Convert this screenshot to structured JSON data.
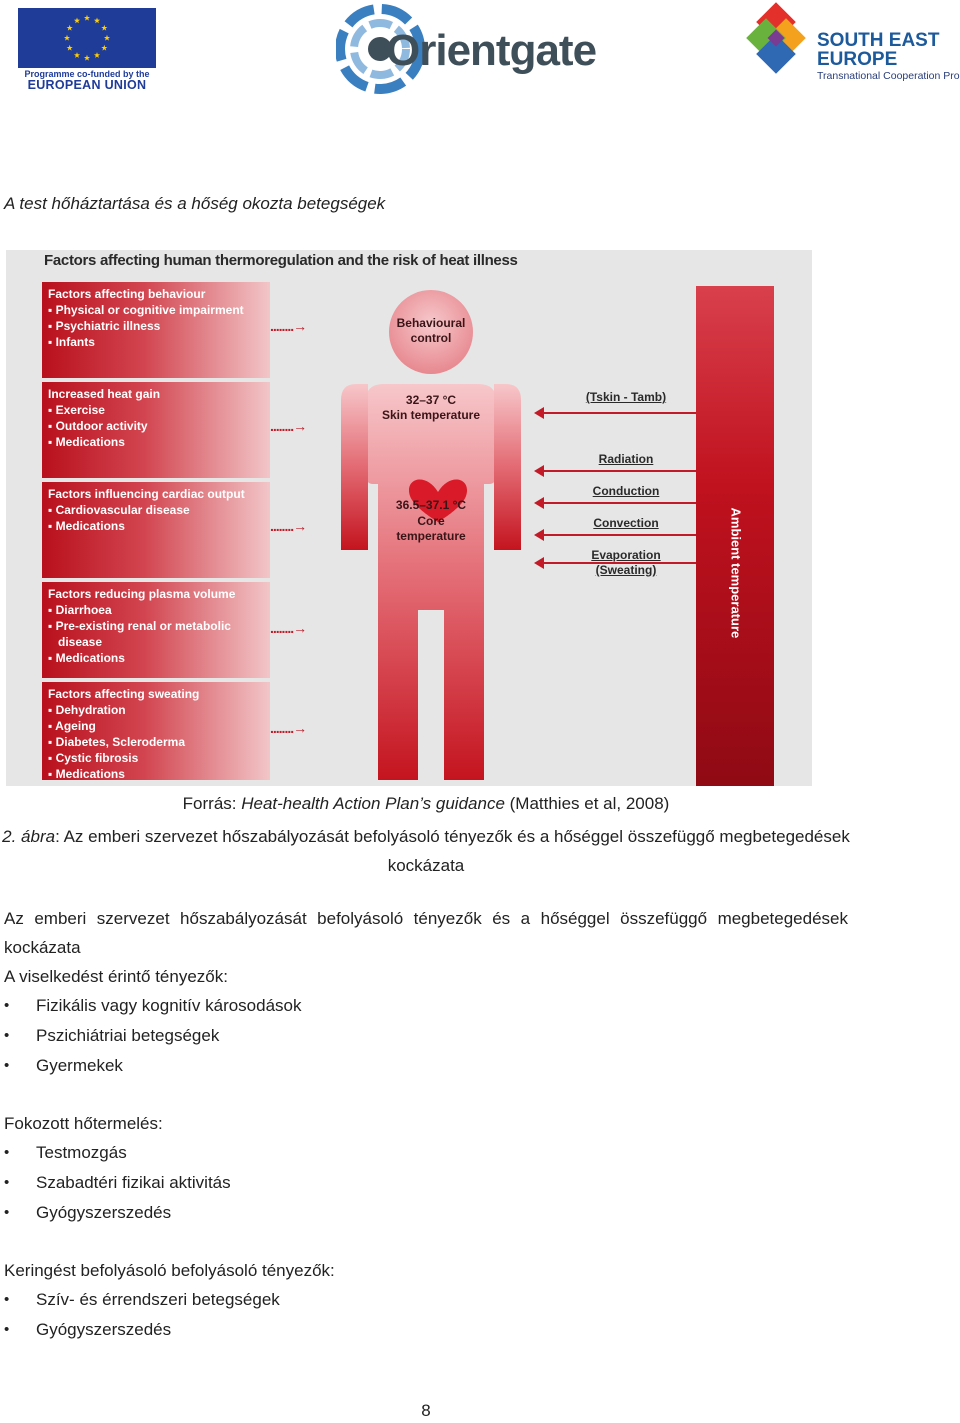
{
  "header": {
    "eu_logo": {
      "line1": "Programme co-funded by the",
      "line2": "EUROPEAN UNION",
      "flag_color": "#1f3c99"
    },
    "orientgate_logo": {
      "text": "Orientgate"
    },
    "see_logo": {
      "line1": "SOUTH EAST",
      "line2": "EUROPE",
      "line3": "Transnational Cooperation Programme"
    }
  },
  "section_title": "A test hőháztartása és a hőség okozta betegségek",
  "figure": {
    "title": "Factors affecting human thermoregulation and the risk of heat illness",
    "factor_groups": [
      {
        "title": "Factors affecting behaviour",
        "items": [
          "Physical or cognitive impairment",
          "Psychiatric illness",
          "Infants"
        ]
      },
      {
        "title": "Increased heat gain",
        "items": [
          "Exercise",
          "Outdoor activity",
          "Medications"
        ]
      },
      {
        "title": "Factors influencing cardiac output",
        "items": [
          "Cardiovascular disease",
          "Medications"
        ]
      },
      {
        "title": "Factors reducing plasma volume",
        "items": [
          "Diarrhoea",
          "Pre-existing renal or metabolic disease",
          "Medications"
        ]
      },
      {
        "title": "Factors affecting sweating",
        "items": [
          "Dehydration",
          "Ageing",
          "Diabetes, Scleroderma",
          "Cystic fibrosis",
          "Medications"
        ]
      }
    ],
    "arrow_glyph": "........→",
    "behavioural_control": "Behavioural control",
    "skin_temp_value": "32–37 °C",
    "skin_temp_label": "Skin temperature",
    "core_temp_value": "36.5–37.1 °C",
    "core_temp_label": "Core temperature",
    "gradient_label": "(Tskin - Tamb)",
    "mechanisms": [
      "Radiation",
      "Conduction",
      "Convection",
      "Evaporation (Sweating)"
    ],
    "ambient_label": "Ambient temperature",
    "colors": {
      "accent": "#c21a26",
      "background": "#e6e6e6"
    }
  },
  "source": {
    "prefix": "Forrás: ",
    "title": "Heat-health Action Plan’s guidance",
    "suffix": " (Matthies et al, 2008)"
  },
  "figure_caption": {
    "label": "2. ábra",
    "text": ": Az emberi szervezet hőszabályozását befolyásoló tényezők és a hőséggel összefüggő megbetegedések kockázata"
  },
  "intro_paragraph": "Az emberi szervezet hőszabályozását befolyásoló tényezők és a hőséggel összefüggő megbetegedések kockázata",
  "sections": [
    {
      "heading": "A viselkedést érintő tényezők:",
      "items": [
        "Fizikális vagy kognitív károsodások",
        "Pszichiátriai betegségek",
        "Gyermekek"
      ]
    },
    {
      "heading": "Fokozott hőtermelés:",
      "items": [
        "Testmozgás",
        "Szabadtéri fizikai aktivitás",
        "Gyógyszerszedés"
      ]
    },
    {
      "heading": "Keringést befolyásoló befolyásoló tényezők:",
      "items": [
        "Szív- és érrendszeri betegségek",
        "Gyógyszerszedés"
      ]
    }
  ],
  "page_number": "8"
}
